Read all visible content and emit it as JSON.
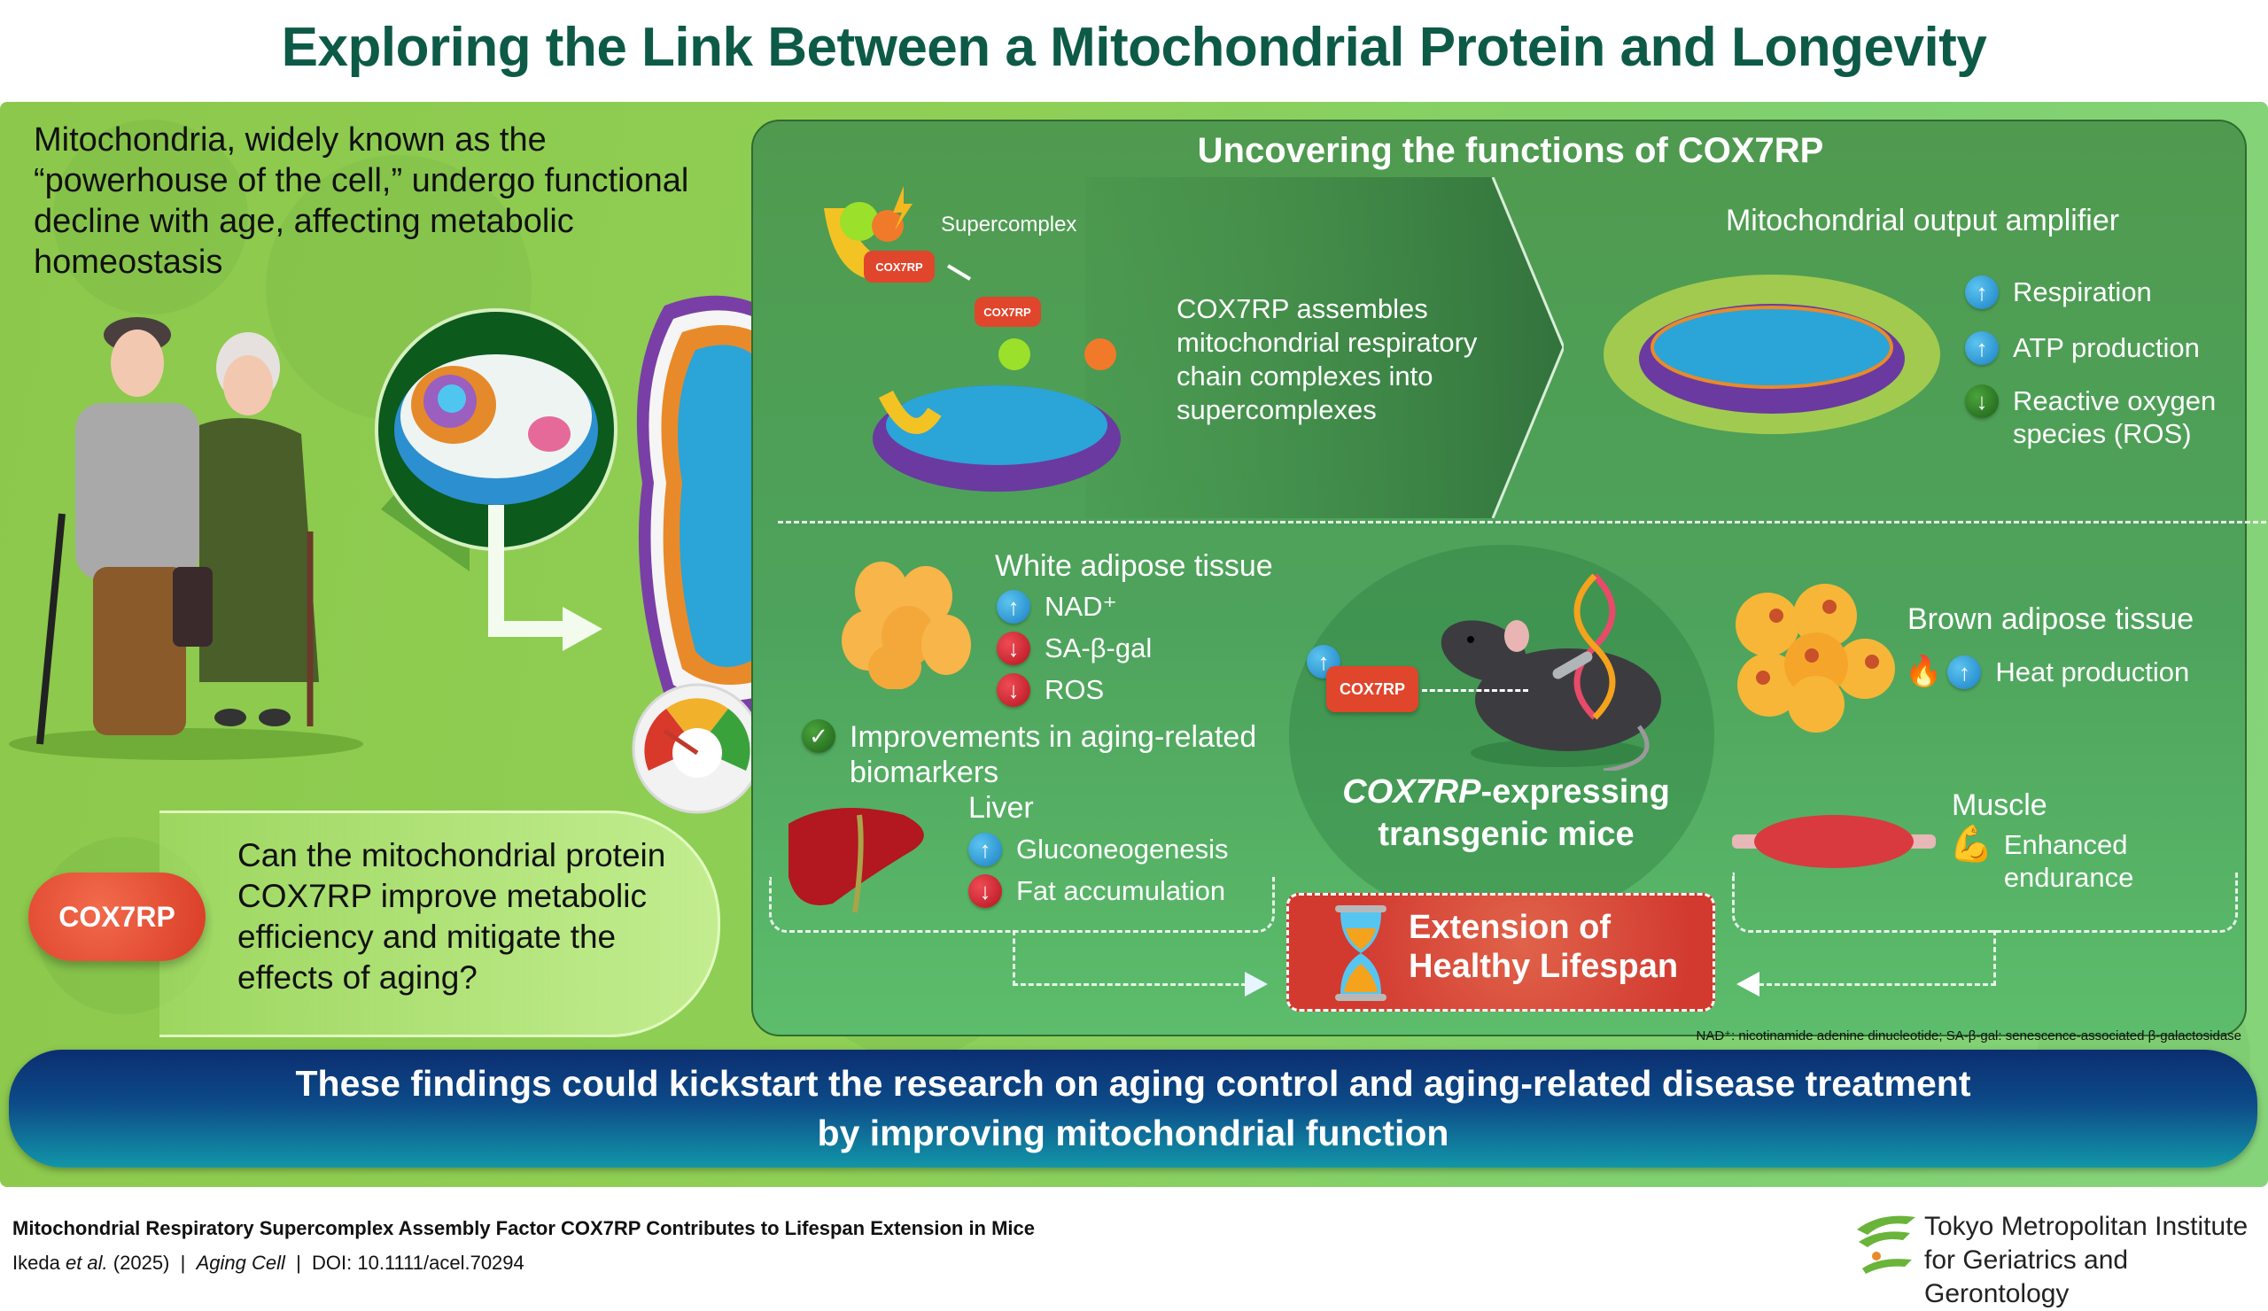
{
  "title": "Exploring the Link Between a Mitochondrial Protein and Longevity",
  "intro_text": "Mitochondria, widely known as the “powerhouse of the cell,” undergo functional decline with age, affecting metabolic homeostasis",
  "question": {
    "pill_label": "COX7RP",
    "text": "Can the mitochondrial protein COX7RP improve metabolic efficiency and mitigate the effects of aging?"
  },
  "panel": {
    "title": "Uncovering the functions of COX7RP",
    "supercomplex_label": "Supercomplex",
    "cox_tag_small": "COX7RP",
    "assemble_text": "COX7RP assembles mitochondrial respiratory chain complexes into supercomplexes",
    "amplifier": {
      "title": "Mitochondrial output amplifier",
      "items": [
        {
          "direction": "up",
          "icon": "arrow-up-icon",
          "label": "Respiration"
        },
        {
          "direction": "up",
          "icon": "arrow-up-icon",
          "label": "ATP production"
        },
        {
          "direction": "down",
          "icon": "arrow-down-icon",
          "label": "Reactive oxygen species (ROS)"
        }
      ]
    },
    "white_adipose": {
      "title": "White adipose tissue",
      "items": [
        {
          "direction": "up",
          "label": "NAD⁺"
        },
        {
          "direction": "down",
          "label": "SA-β-gal"
        },
        {
          "direction": "down",
          "label": "ROS"
        }
      ]
    },
    "improvements": "Improvements in aging-related biomarkers",
    "liver": {
      "title": "Liver",
      "items": [
        {
          "direction": "up",
          "label": "Gluconeogenesis"
        },
        {
          "direction": "down",
          "label": "Fat accumulation"
        }
      ]
    },
    "mouse": {
      "tag": "COX7RP",
      "label_italic": "COX7RP",
      "label_rest": "-expressing",
      "label_line2": "transgenic mice"
    },
    "brown_adipose": {
      "title": "Brown adipose tissue",
      "item": {
        "direction": "up",
        "label": "Heat production"
      }
    },
    "muscle": {
      "title": "Muscle",
      "item": "Enhanced endurance"
    },
    "outcome": "Extension of Healthy Lifespan"
  },
  "footnote": "NAD⁺: nicotinamide adenine dinucleotide; SA-β-gal: senescence-associated β-galactosidase",
  "banner": {
    "line1": "These findings could kickstart the research on aging control and aging-related disease treatment",
    "line2": "by improving mitochondrial function"
  },
  "reference": {
    "title": "Mitochondrial Respiratory Supercomplex Assembly Factor COX7RP Contributes to Lifespan Extension in Mice",
    "authors": "Ikeda",
    "et_al": "et al.",
    "year": "(2025)",
    "journal": "Aging Cell",
    "doi": "DOI: 10.1111/acel.70294",
    "separator": "|"
  },
  "institute": {
    "line1": "Tokyo Metropolitan Institute",
    "line2": "for Geriatrics and Gerontology"
  },
  "colors": {
    "title": "#0d5a47",
    "up_badge": "#1b7fc4",
    "down_badge": "#b3141f",
    "cox_red": "#e0462c",
    "banner_top": "#0b2e70",
    "banner_bottom": "#1296a8"
  }
}
